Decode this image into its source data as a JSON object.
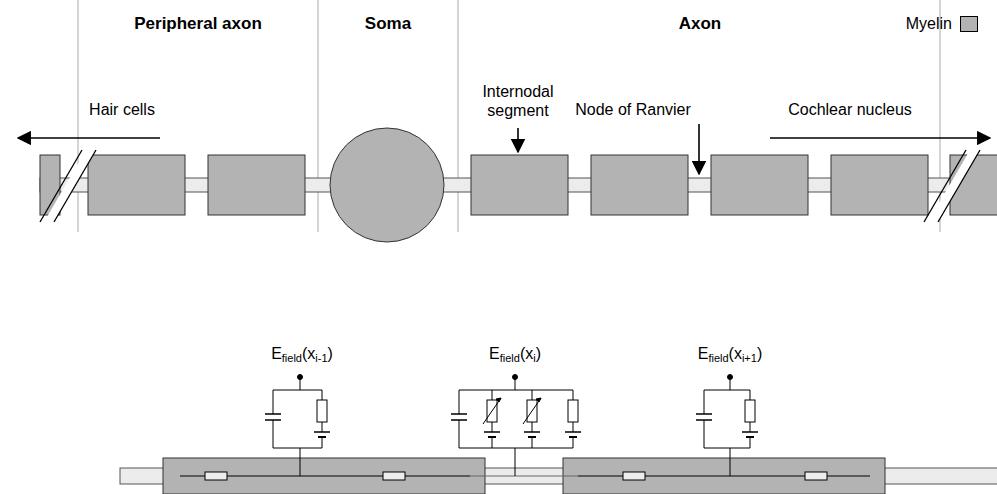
{
  "diagram": {
    "labels": [
      "Peripheral axon",
      "Soma",
      "Axon",
      "Hair cells",
      "Internodal segment",
      "Node of Ranvier",
      "Cochlear nucleus",
      "Efield(xi-1)",
      "Efield(xi)",
      "Efield(xi+1)"
    ],
    "legend": [
      {
        "text": "Myelin",
        "color": "#b3b3b3"
      }
    ]
  }
}
